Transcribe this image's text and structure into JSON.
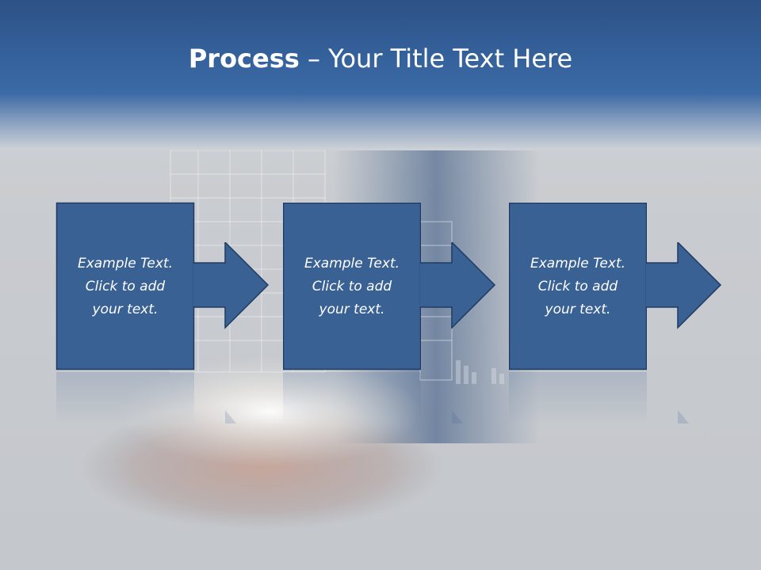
{
  "slide": {
    "title_bold": "Process",
    "title_rest": " – Your Title Text Here"
  },
  "steps": [
    {
      "line1": "Example Text.",
      "line2": "Click  to add",
      "line3": "your text."
    },
    {
      "line1": "Example Text.",
      "line2": "Click  to add",
      "line3": "your text."
    },
    {
      "line1": "Example Text.",
      "line2": "Click  to add",
      "line3": "your text."
    }
  ],
  "colors": {
    "header_blue": "#2d5286",
    "box_fill": "#3a6194",
    "box_border": "#1e3a63",
    "text": "#ffffff"
  }
}
